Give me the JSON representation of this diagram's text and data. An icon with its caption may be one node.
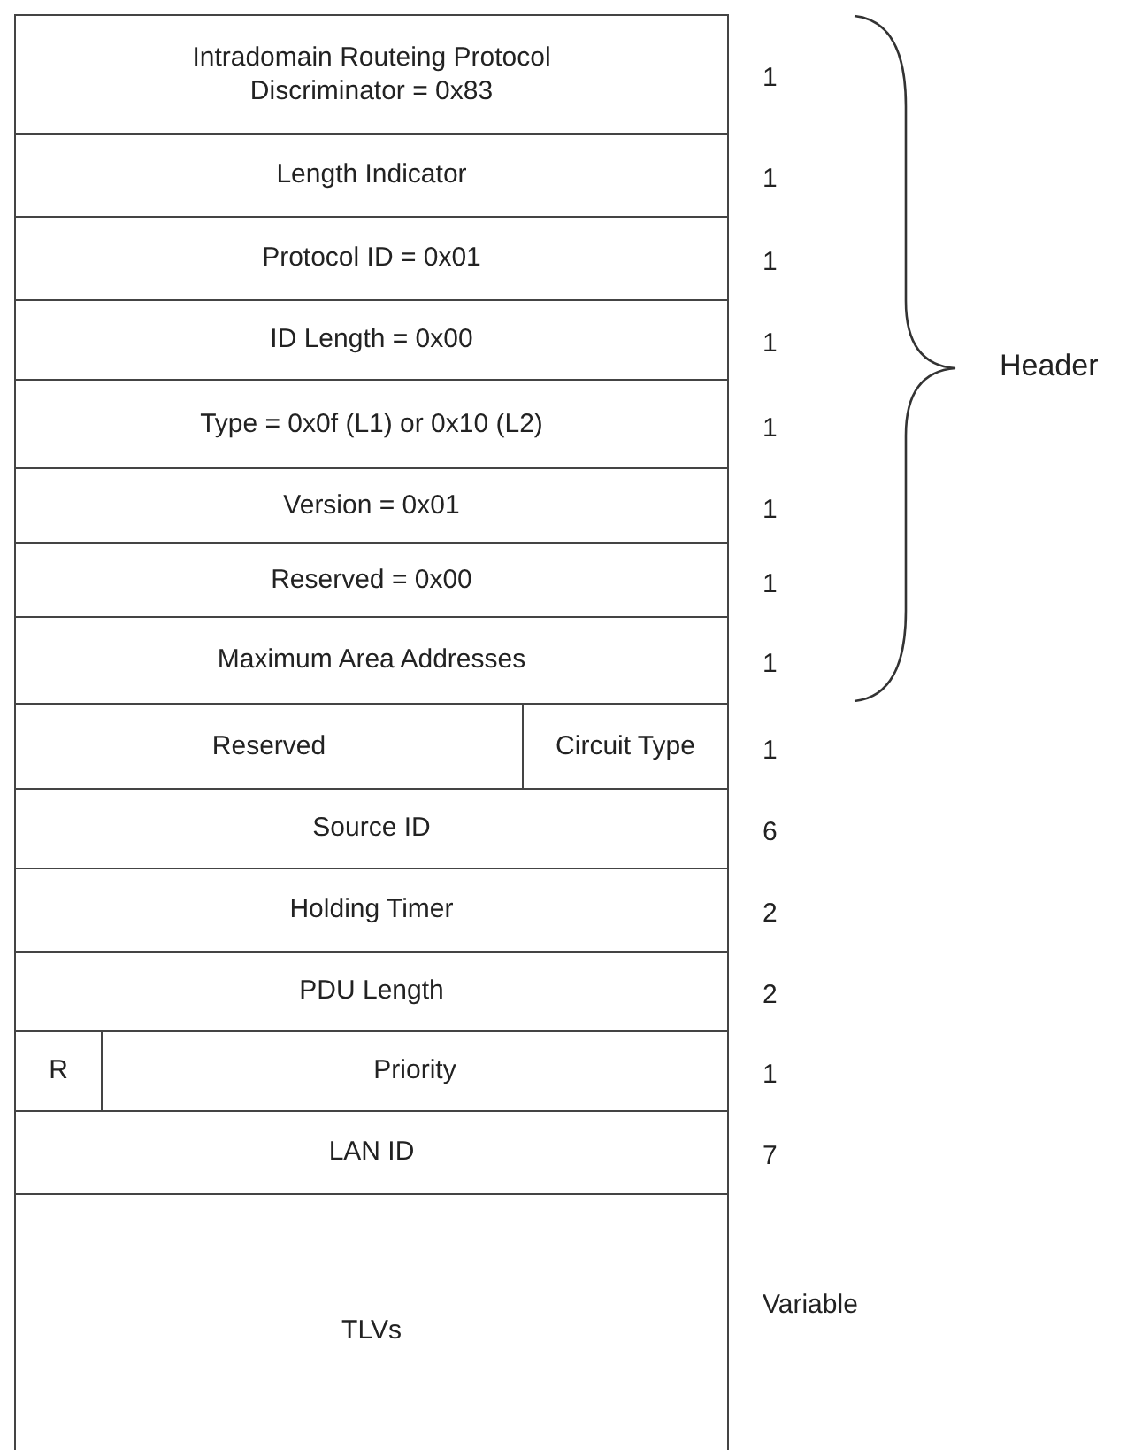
{
  "diagram": {
    "nodes": [
      {
        "text": [
          "Intradomain Routeing Protocol Discriminator = 0x83"
        ],
        "beside": [
          "1"
        ]
      },
      {
        "text": [
          "Length Indicator"
        ],
        "beside": [
          "1"
        ]
      },
      {
        "text": [
          "Protocol ID = 0x01"
        ],
        "beside": [
          "1"
        ]
      },
      {
        "text": [
          "ID Length = 0x00"
        ],
        "beside": [
          "1"
        ]
      },
      {
        "text": [
          "Type = 0x0f (L1) or 0x10 (L2)"
        ],
        "beside": [
          "1"
        ]
      },
      {
        "text": [
          "Version = 0x01"
        ],
        "beside": [
          "1"
        ]
      },
      {
        "text": [
          "Reserved = 0x00"
        ],
        "beside": [
          "1"
        ]
      },
      {
        "text": [
          "Maximum Area Addresses"
        ],
        "beside": [
          "1"
        ]
      },
      {
        "text": [
          "Reserved"
        ]
      },
      {
        "text": [
          "Circuit Type"
        ],
        "beside": [
          "1"
        ]
      },
      {
        "text": [
          "Source ID"
        ],
        "beside": [
          "6"
        ]
      },
      {
        "text": [
          "Holding Timer"
        ],
        "beside": [
          "2"
        ]
      },
      {
        "text": [
          "PDU Length"
        ],
        "beside": [
          "2"
        ]
      },
      {
        "text": [
          "R"
        ]
      },
      {
        "text": [
          "Priority"
        ],
        "beside": [
          "1"
        ]
      },
      {
        "text": [
          "LAN ID"
        ],
        "beside": [
          "7"
        ]
      },
      {
        "text": [
          "TLVs"
        ],
        "beside": [
          "Variable"
        ]
      }
    ],
    "labels": [
      "Header"
    ]
  }
}
